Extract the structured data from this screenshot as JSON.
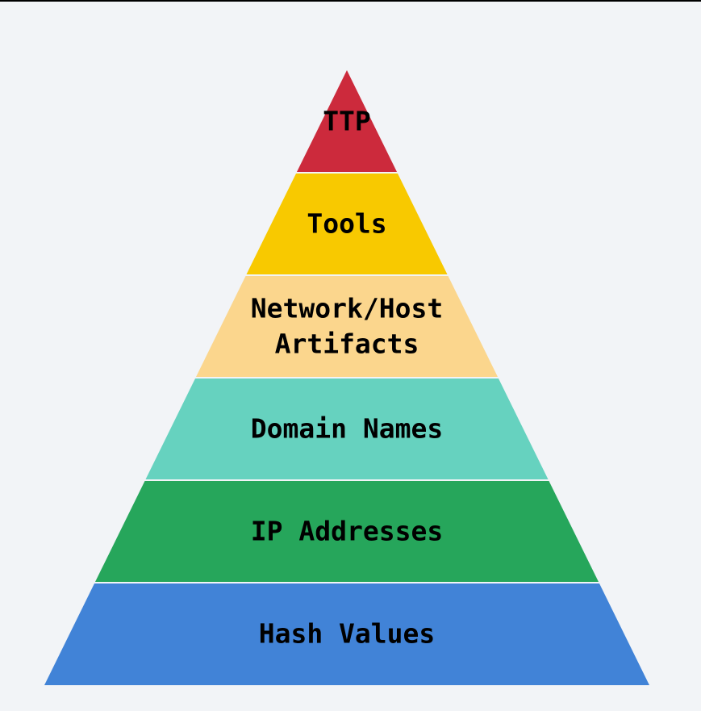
{
  "diagram": {
    "type": "pyramid",
    "layers_top_to_bottom": [
      {
        "lines": [
          "TTP"
        ],
        "color": "#cc2a3c"
      },
      {
        "lines": [
          "Tools"
        ],
        "color": "#f8c900"
      },
      {
        "lines": [
          "Network/Host",
          "Artifacts"
        ],
        "color": "#fbd68d"
      },
      {
        "lines": [
          "Domain Names"
        ],
        "color": "#66d2bf"
      },
      {
        "lines": [
          "IP Addresses"
        ],
        "color": "#26a65b"
      },
      {
        "lines": [
          "Hash Values"
        ],
        "color": "#4183d7"
      }
    ]
  }
}
